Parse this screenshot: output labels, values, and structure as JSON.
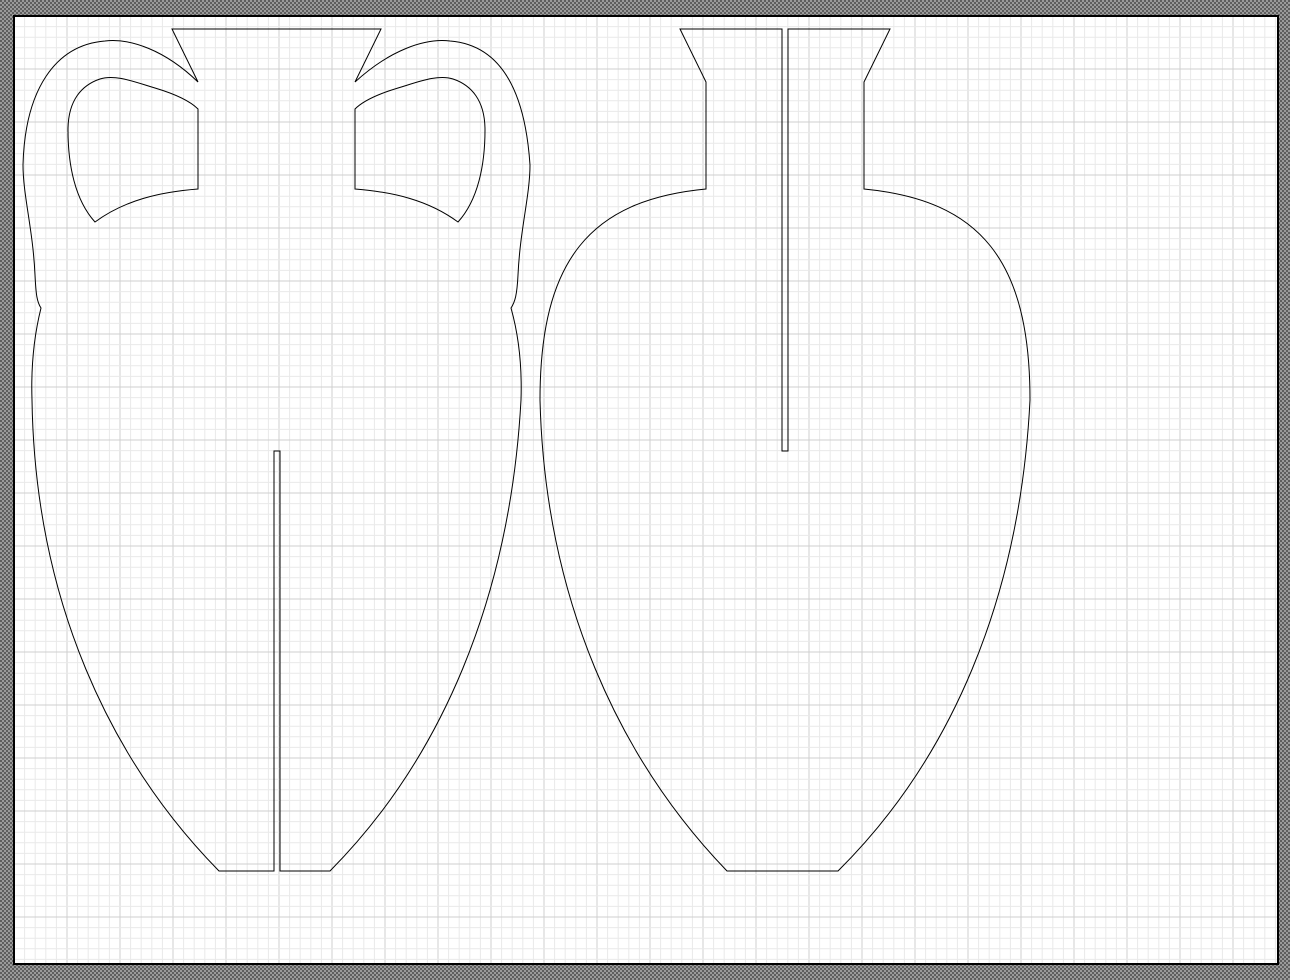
{
  "document": {
    "type": "cut-pattern sheet",
    "background_color": "#ffffff",
    "outer_border_color": "#7a7a7a",
    "frame_color": "#000000",
    "grid_minor_color": "#e9e9e9",
    "grid_major_color": "#cfcfcf",
    "outline_color": "#000000"
  },
  "pieces": [
    {
      "kind": "amphora-with-handles",
      "slit": "from-base"
    },
    {
      "kind": "vase-without-handles",
      "slit": "from-mouth"
    }
  ]
}
